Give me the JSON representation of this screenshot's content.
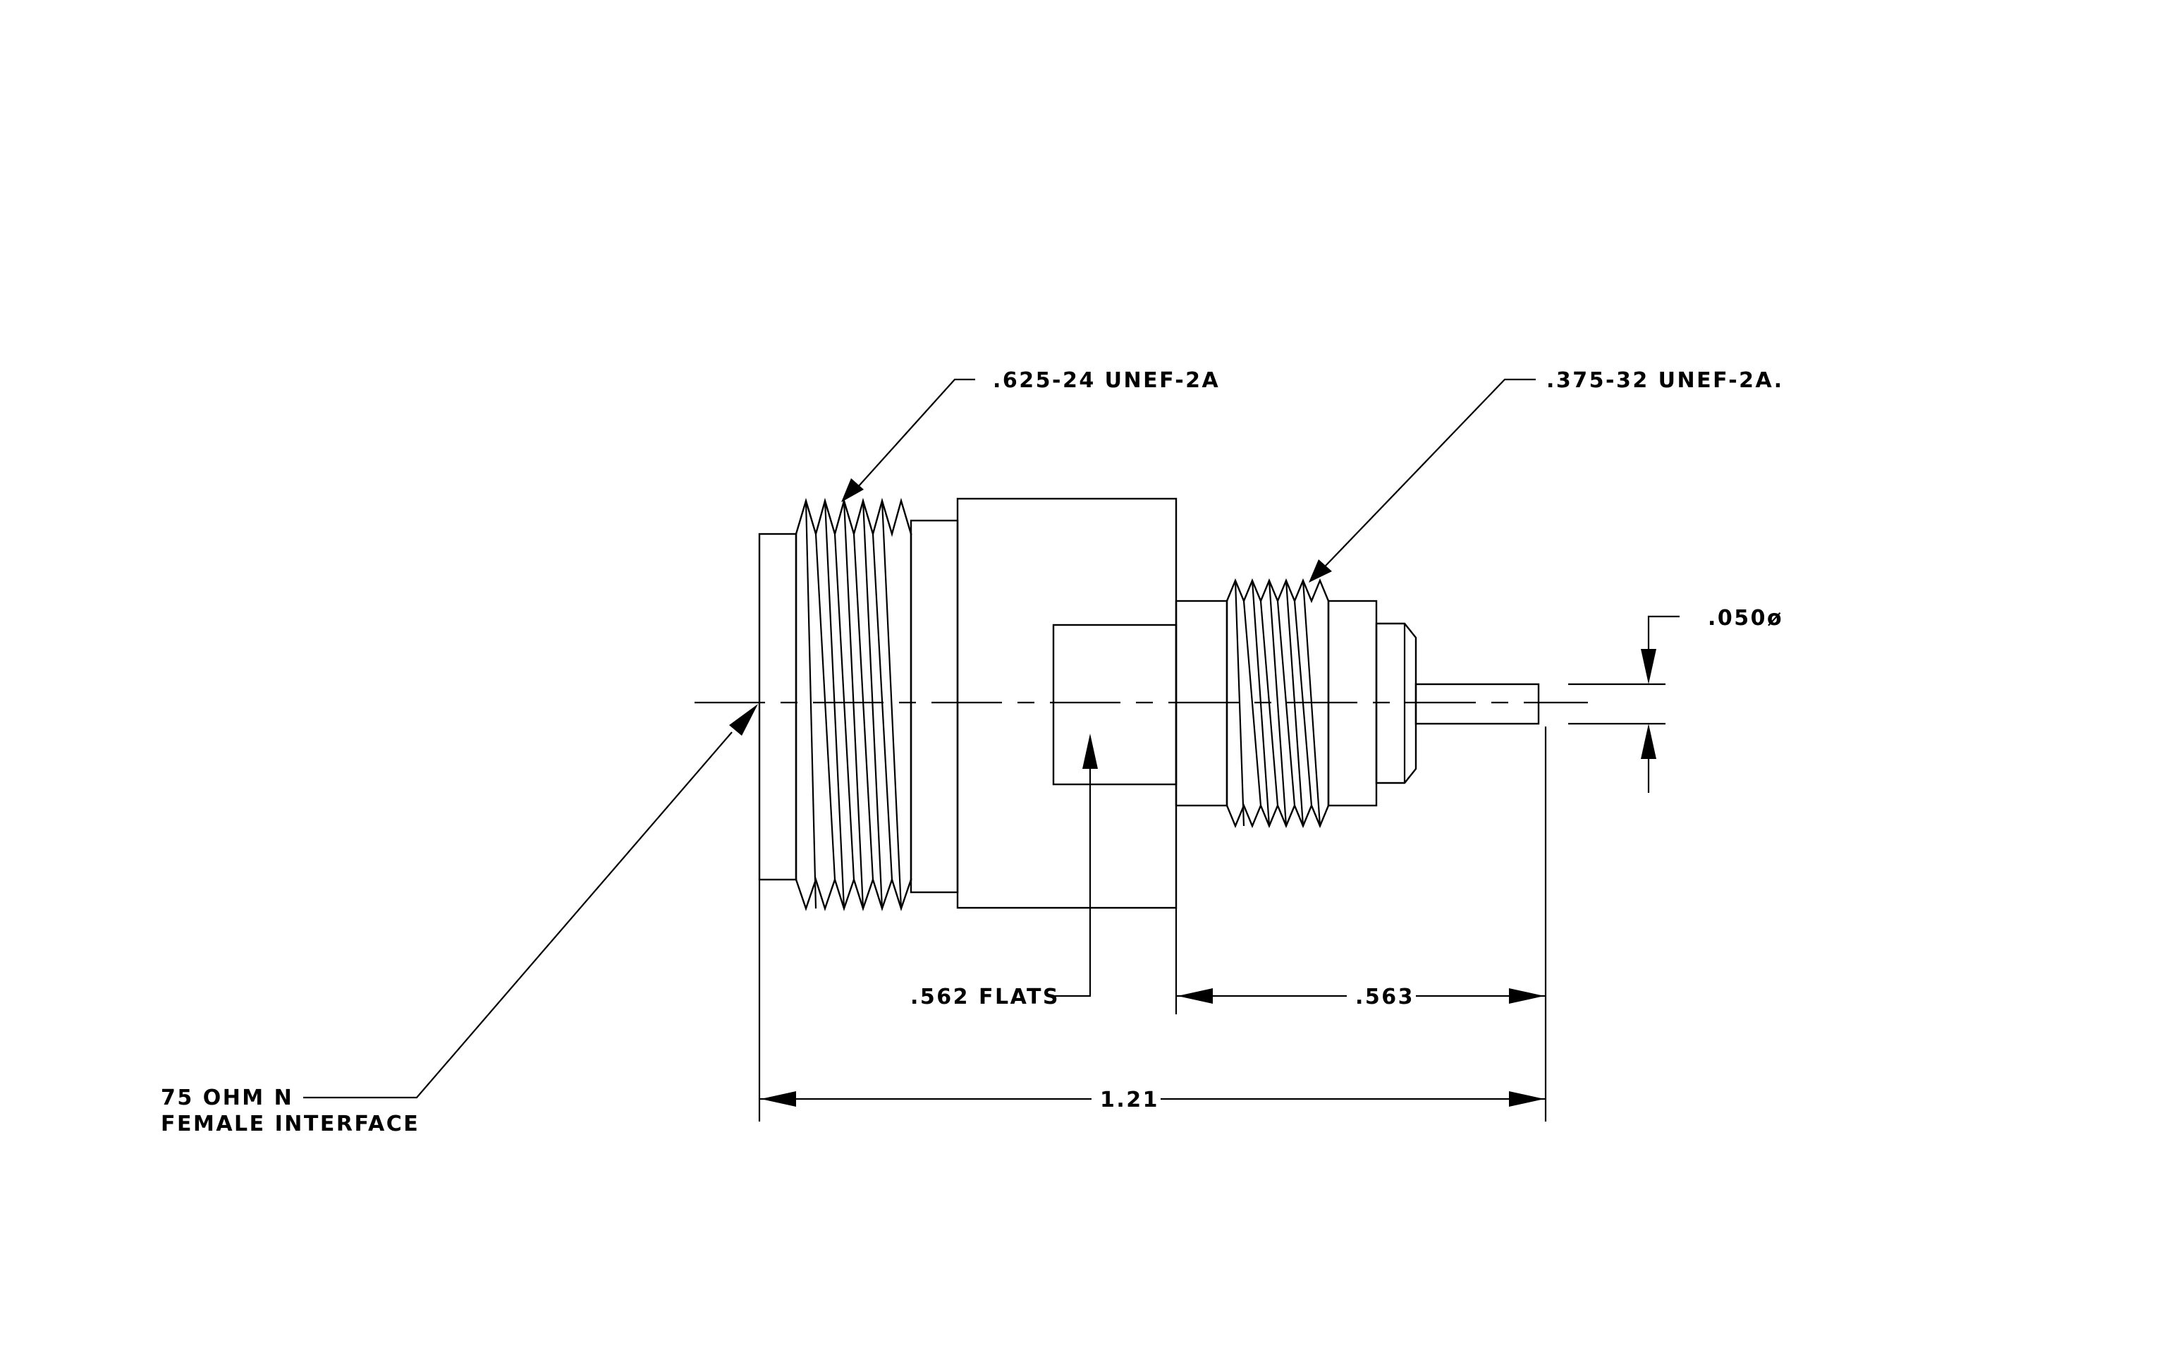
{
  "drawing": {
    "callouts": {
      "thread_large": ".625-24 UNEF-2A",
      "thread_small": ".375-32 UNEF-2A.",
      "pin_diameter": ".050ø",
      "flats": ".562 FLATS",
      "interface_line1": "75 OHM N",
      "interface_line2": "FEMALE INTERFACE"
    },
    "dimensions": {
      "rear_length": ".563",
      "overall_length": "1.21"
    }
  }
}
